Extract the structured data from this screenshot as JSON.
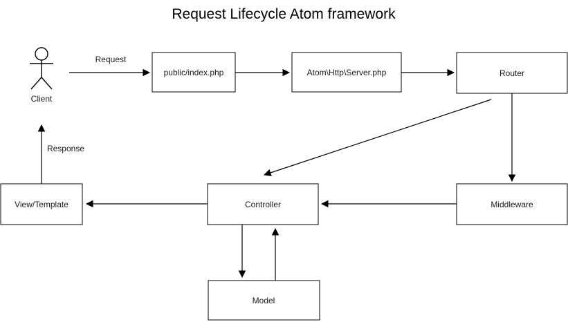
{
  "title": "Request Lifecycle Atom framework",
  "colors": {
    "background": "#ffffff",
    "stroke": "#000000",
    "text": "#1a1a1a"
  },
  "actor": {
    "label": "Client"
  },
  "nodes": {
    "public_index": {
      "label": "public/index.php"
    },
    "server": {
      "label": "Atom\\Http\\Server.php"
    },
    "router": {
      "label": "Router"
    },
    "view_template": {
      "label": "View/Template"
    },
    "controller": {
      "label": "Controller"
    },
    "middleware": {
      "label": "Middleware"
    },
    "model": {
      "label": "Model"
    }
  },
  "edges": [
    {
      "from": "Client",
      "to": "public/index.php",
      "label": "Request"
    },
    {
      "from": "public/index.php",
      "to": "Atom\\Http\\Server.php",
      "label": ""
    },
    {
      "from": "Atom\\Http\\Server.php",
      "to": "Router",
      "label": ""
    },
    {
      "from": "Router",
      "to": "Middleware",
      "label": ""
    },
    {
      "from": "Router",
      "to": "Controller",
      "label": ""
    },
    {
      "from": "Middleware",
      "to": "Controller",
      "label": ""
    },
    {
      "from": "Controller",
      "to": "View/Template",
      "label": ""
    },
    {
      "from": "View/Template",
      "to": "Client",
      "label": "Response"
    },
    {
      "from": "Controller",
      "to": "Model",
      "label": ""
    },
    {
      "from": "Model",
      "to": "Controller",
      "label": ""
    }
  ]
}
